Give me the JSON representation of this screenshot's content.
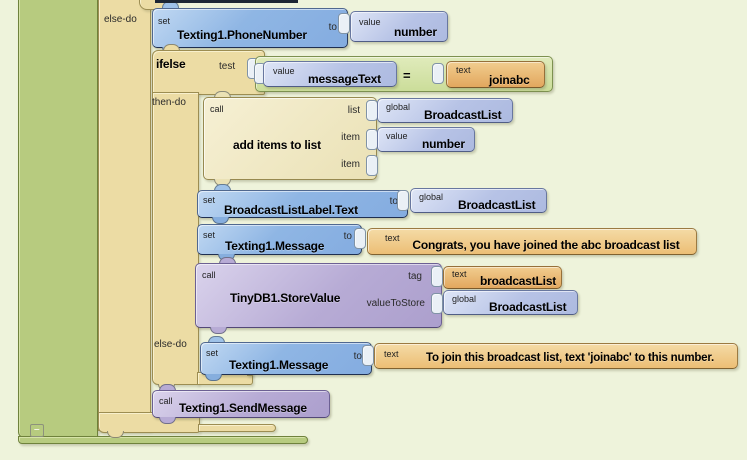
{
  "workspace": {
    "collapse_glyph": "–",
    "outer_block": {
      "else_do": "else-do"
    },
    "set_phone": {
      "kw": "set",
      "title": "Texting1.PhoneNumber",
      "to": "to"
    },
    "value_number_a": {
      "kw": "value",
      "title": "number"
    },
    "ifelse": {
      "title": "ifelse",
      "test": "test",
      "then_do": "then-do",
      "else_do": "else-do"
    },
    "compare": {
      "op": "="
    },
    "value_messagetext": {
      "kw": "value",
      "title": "messageText"
    },
    "text_joinabc": {
      "kw": "text",
      "title": "joinabc"
    },
    "add_items": {
      "kw": "call",
      "title": "add items to list",
      "p_list": "list",
      "p_item1": "item",
      "p_item2": "item"
    },
    "global_a": {
      "kw": "global",
      "title": "BroadcastList"
    },
    "value_number_b": {
      "kw": "value",
      "title": "number"
    },
    "set_bllabel": {
      "kw": "set",
      "title": "BroadcastListLabel.Text",
      "to": "to"
    },
    "global_b": {
      "kw": "global",
      "title": "BroadcastList"
    },
    "set_message1": {
      "kw": "set",
      "title": "Texting1.Message",
      "to": "to"
    },
    "text_congrats": {
      "kw": "text",
      "title": "Congrats, you have joined the abc broadcast list"
    },
    "tinydb": {
      "kw": "call",
      "title": "TinyDB1.StoreValue",
      "p_tag": "tag",
      "p_value": "valueToStore"
    },
    "text_broadcastlist": {
      "kw": "text",
      "title": "broadcastList"
    },
    "global_c": {
      "kw": "global",
      "title": "BroadcastList"
    },
    "set_message2": {
      "kw": "set",
      "title": "Texting1.Message",
      "to": "to"
    },
    "text_tojoin": {
      "kw": "text",
      "title": "To join this broadcast list, text 'joinabc' to this number."
    },
    "send_message": {
      "kw": "call",
      "title": "Texting1.SendMessage"
    }
  },
  "colors": {
    "background": "#eef3db",
    "event_green": "#b7cb7f",
    "ifelse_tan": "#ecdca4",
    "set_blue": "#8fb6e4",
    "getter_periwinkle": "#b7c3e6",
    "text_orange": "#e2a75e",
    "call_purple": "#b7abd5",
    "list_cream": "#eae1b5",
    "compare_green": "#cbdd9a"
  }
}
